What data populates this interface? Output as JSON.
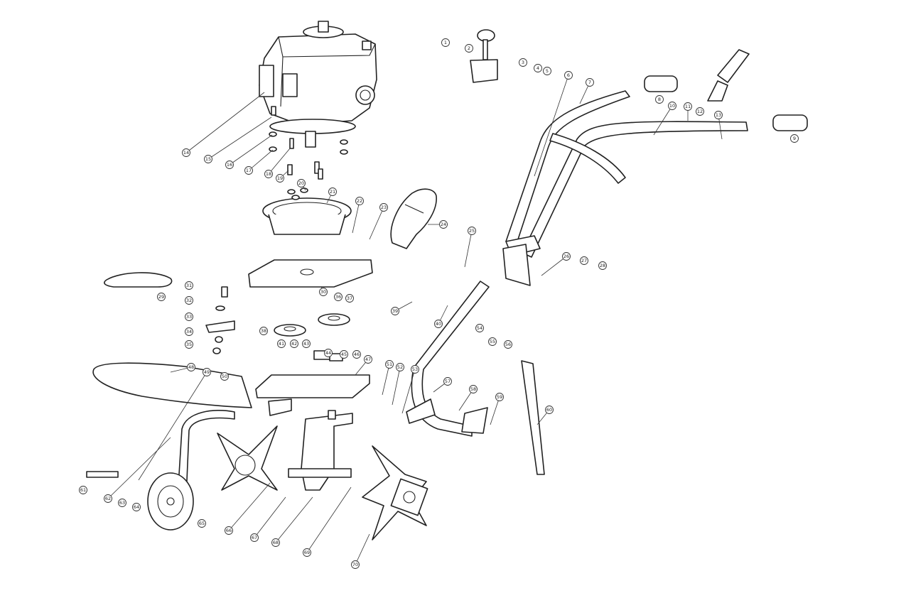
{
  "callouts": [
    {
      "n": "1"
    },
    {
      "n": "2"
    },
    {
      "n": "3"
    },
    {
      "n": "4"
    },
    {
      "n": "5"
    },
    {
      "n": "6"
    },
    {
      "n": "7"
    },
    {
      "n": "8"
    },
    {
      "n": "9"
    },
    {
      "n": "10"
    },
    {
      "n": "11"
    },
    {
      "n": "12"
    },
    {
      "n": "13"
    },
    {
      "n": "14"
    },
    {
      "n": "15"
    },
    {
      "n": "16"
    },
    {
      "n": "17"
    },
    {
      "n": "18"
    },
    {
      "n": "19"
    },
    {
      "n": "20"
    },
    {
      "n": "21"
    },
    {
      "n": "22"
    },
    {
      "n": "23"
    },
    {
      "n": "24"
    },
    {
      "n": "25"
    },
    {
      "n": "26"
    },
    {
      "n": "27"
    },
    {
      "n": "28"
    },
    {
      "n": "29"
    },
    {
      "n": "30"
    },
    {
      "n": "31"
    },
    {
      "n": "32"
    },
    {
      "n": "33"
    },
    {
      "n": "34"
    },
    {
      "n": "35"
    },
    {
      "n": "36"
    },
    {
      "n": "37"
    },
    {
      "n": "38"
    },
    {
      "n": "39"
    },
    {
      "n": "40"
    },
    {
      "n": "41"
    },
    {
      "n": "42"
    },
    {
      "n": "43"
    },
    {
      "n": "44"
    },
    {
      "n": "45"
    },
    {
      "n": "46"
    },
    {
      "n": "47"
    },
    {
      "n": "48"
    },
    {
      "n": "49"
    },
    {
      "n": "50"
    },
    {
      "n": "51"
    },
    {
      "n": "52"
    },
    {
      "n": "53"
    },
    {
      "n": "54"
    },
    {
      "n": "55"
    },
    {
      "n": "56"
    },
    {
      "n": "57"
    },
    {
      "n": "58"
    },
    {
      "n": "59"
    },
    {
      "n": "60"
    },
    {
      "n": "61"
    },
    {
      "n": "62"
    },
    {
      "n": "63"
    },
    {
      "n": "64"
    },
    {
      "n": "65"
    },
    {
      "n": "66"
    },
    {
      "n": "67"
    },
    {
      "n": "68"
    },
    {
      "n": "69"
    },
    {
      "n": "70"
    }
  ]
}
